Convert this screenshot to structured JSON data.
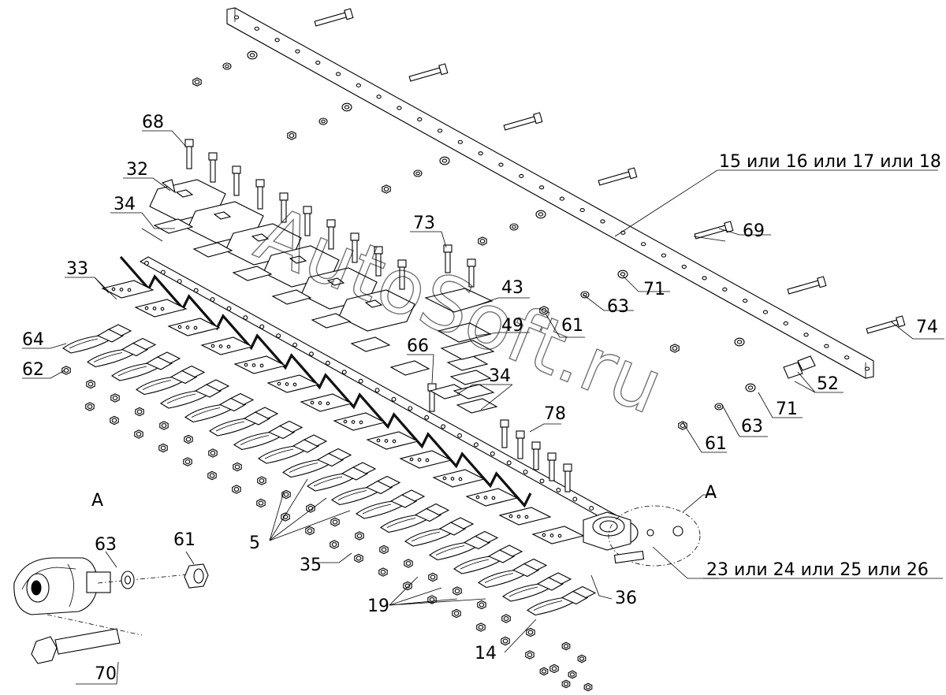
{
  "watermark": "AutoSoft.ru",
  "view_label": "А",
  "detail": {
    "title": "А",
    "labels": [
      "63",
      "61",
      "70"
    ]
  },
  "labels": {
    "l15": "15 или 16 или 17 или 18",
    "l68": "68",
    "l32": "32",
    "l34a": "34",
    "l33": "33",
    "l64": "64",
    "l62": "62",
    "l73": "73",
    "l43": "43",
    "l49": "49",
    "l66": "66",
    "l34b": "34",
    "l69": "69",
    "l71a": "71",
    "l63a": "63",
    "l61a": "61",
    "l74": "74",
    "l52": "52",
    "l71b": "71",
    "l63b": "63",
    "l61b": "61",
    "l78": "78",
    "lA": "А",
    "l23": "23 или 24 или 25 или 26",
    "l5": "5",
    "l35": "35",
    "l19": "19",
    "l36": "36",
    "l14": "14"
  }
}
